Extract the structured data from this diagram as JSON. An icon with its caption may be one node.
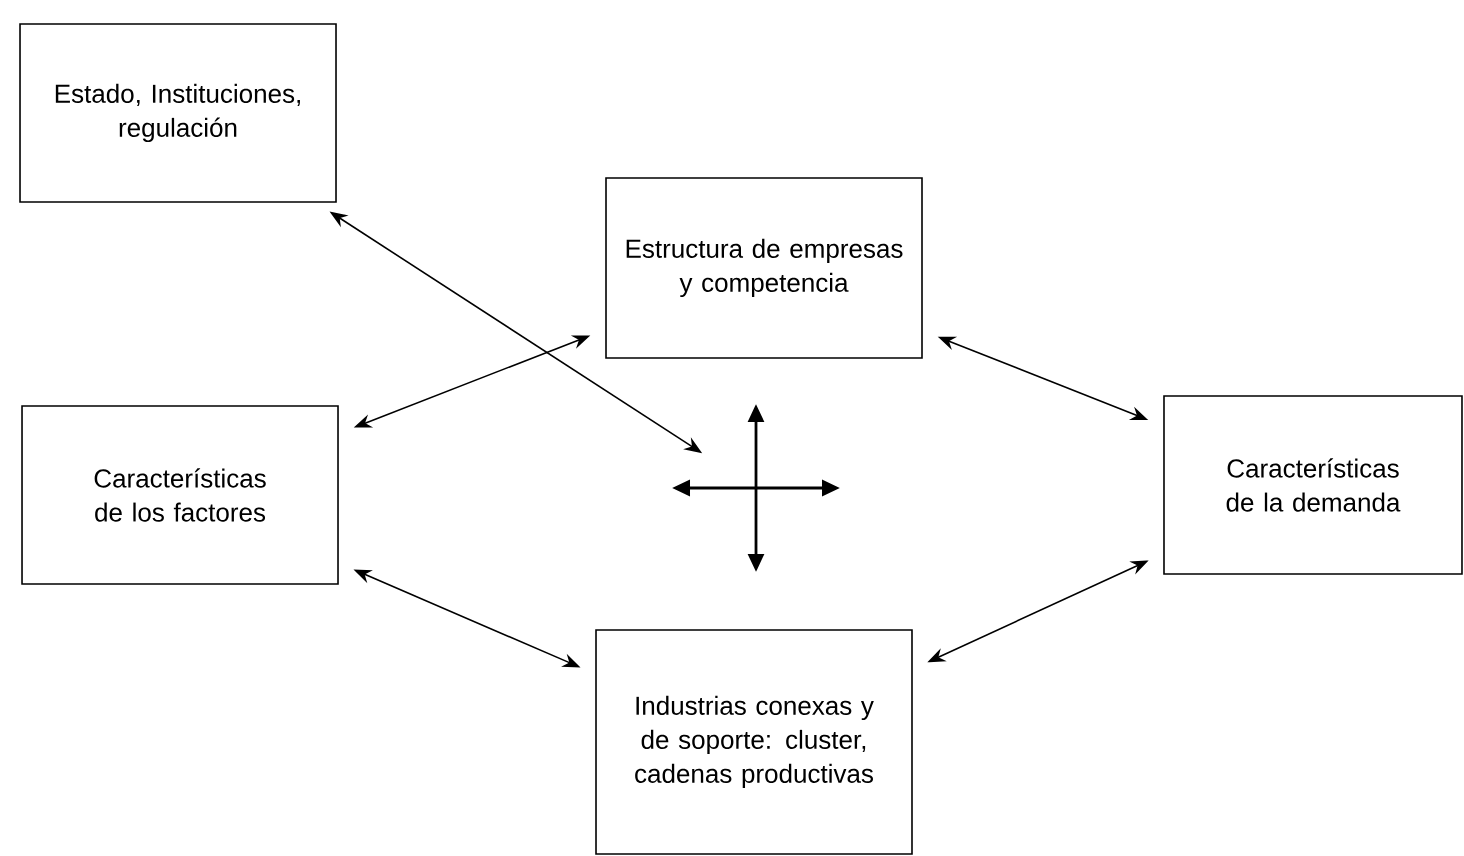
{
  "diagram": {
    "nodes": [
      {
        "text": [
          "Estado, Instituciones, regulación"
        ]
      },
      {
        "text": [
          "Estructura de empresas y competencia"
        ]
      },
      {
        "text": [
          "Características de los factores"
        ]
      },
      {
        "text": [
          "Características de la demanda"
        ]
      },
      {
        "text": [
          "Industrias conexas y de soporte: cluster, cadenas productivas"
        ]
      },
      {
        "text": [],
        "shape": "cross"
      }
    ],
    "edges": [
      {
        "from": 1,
        "to": 2,
        "arrow": "both"
      },
      {
        "from": 1,
        "to": 3,
        "arrow": "both"
      },
      {
        "from": 0,
        "to": 5,
        "arrow": "both"
      },
      {
        "from": 2,
        "to": 4,
        "arrow": "both"
      },
      {
        "from": 4,
        "to": 3,
        "arrow": "both"
      }
    ]
  }
}
